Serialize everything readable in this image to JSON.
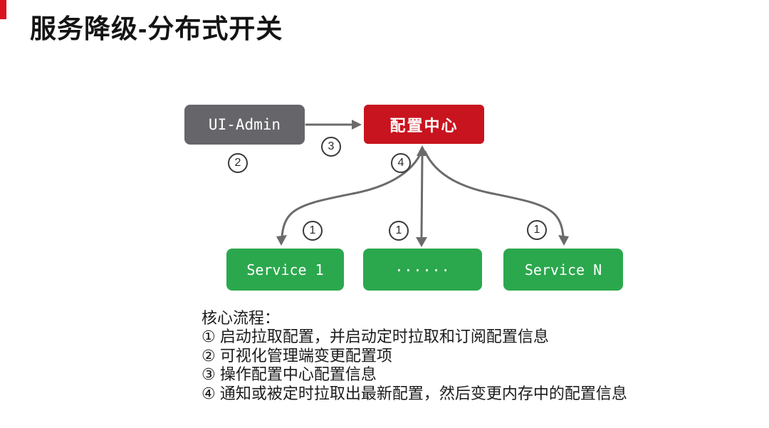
{
  "slide": {
    "title": "服务降级-分布式开关",
    "accent_color": "#D9161E",
    "background_color": "#FFFFFF"
  },
  "diagram": {
    "arrow_color": "#6B6B6B",
    "nodes": [
      {
        "id": "ui-admin",
        "label": "UI-Admin",
        "color": "#66666A"
      },
      {
        "id": "config-center",
        "label": "配置中心",
        "color": "#C8141E"
      },
      {
        "id": "service-1",
        "label": "Service 1",
        "color": "#2BA84D"
      },
      {
        "id": "service-dots",
        "label": "......",
        "color": "#2BA84D"
      },
      {
        "id": "service-n",
        "label": "Service N",
        "color": "#2BA84D"
      }
    ],
    "badges": [
      {
        "id": "badge-2",
        "label": "2"
      },
      {
        "id": "badge-3",
        "label": "3"
      },
      {
        "id": "badge-4",
        "label": "4"
      },
      {
        "id": "badge-1-left",
        "label": "1"
      },
      {
        "id": "badge-1-mid",
        "label": "1"
      },
      {
        "id": "badge-1-right",
        "label": "1"
      }
    ]
  },
  "notes": {
    "heading": "核心流程：",
    "steps": [
      "① 启动拉取配置，并启动定时拉取和订阅配置信息",
      "② 可视化管理端变更配置项",
      "③ 操作配置中心配置信息",
      "④ 通知或被定时拉取出最新配置，然后变更内存中的配置信息"
    ]
  }
}
